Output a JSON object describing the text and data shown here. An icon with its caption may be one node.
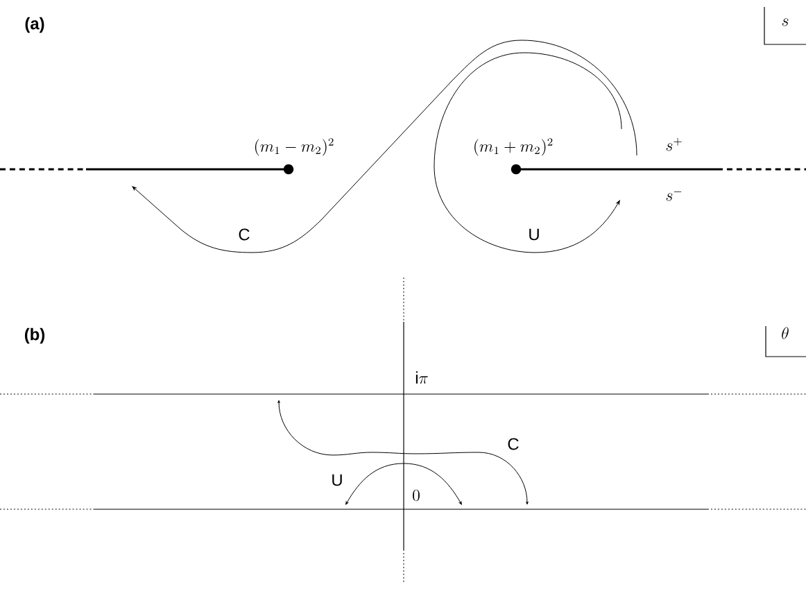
{
  "diagram": {
    "labels": [
      "(a)",
      "s",
      "(m_1-m_2)^2",
      "(m_1+m_2)^2",
      "s^+",
      "s^-",
      "C",
      "U",
      "(b)",
      "\\theta",
      "\\mathrm{i}\\pi",
      "C",
      "U",
      "0"
    ]
  }
}
